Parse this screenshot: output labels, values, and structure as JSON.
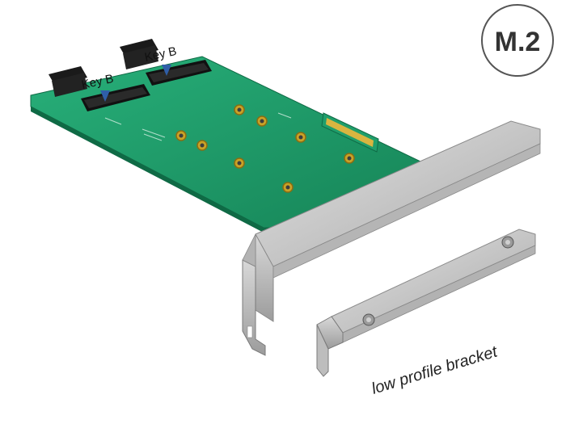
{
  "badge": {
    "text": "M.2"
  },
  "labels": {
    "key_b_left": "Key B",
    "key_b_right": "Key B",
    "caption": "low profile bracket"
  },
  "colors": {
    "pcb": "#1f9e6b",
    "pcb_dark": "#14784f",
    "gold": "#c9a227",
    "bracket": "#c8c8c8",
    "bracket_dark": "#9a9a9a",
    "arrow": "#2f5ea8",
    "badge_stroke": "#444444"
  },
  "icons": [
    "arrow-down-icon",
    "screw-icon"
  ]
}
